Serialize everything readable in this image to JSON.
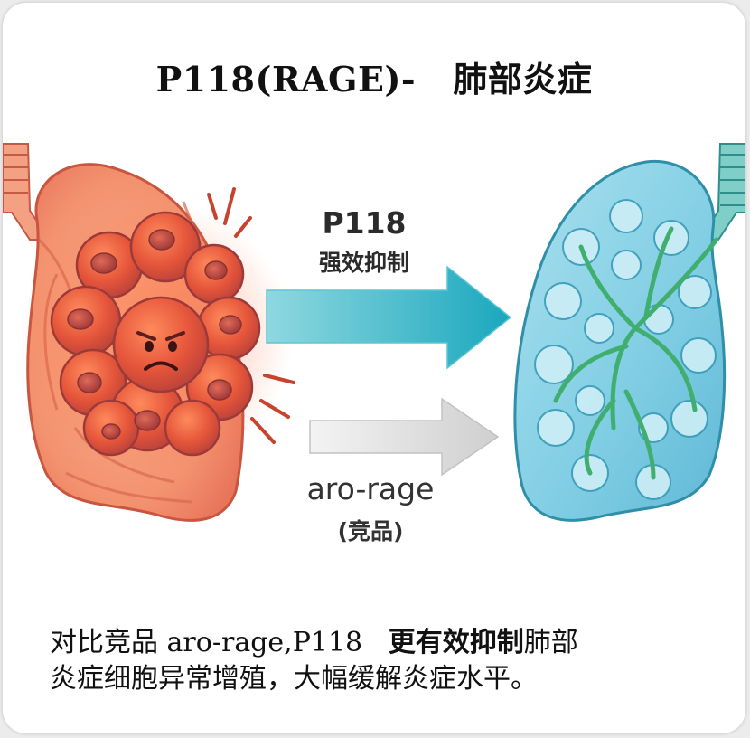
{
  "title": "P118(RAGE)-   肺部炎症",
  "arrows": {
    "p118": {
      "label": "P118",
      "sublabel": "强效抑制"
    },
    "competitor": {
      "label": "aro-rage",
      "sublabel": "(竞品)"
    }
  },
  "caption": {
    "part1": "对比竞品 ",
    "part2": "aro-rage,P118   ",
    "part3": "更有效抑制",
    "part4": "肺部",
    "line2": "炎症细胞异常增殖，大幅缓解炎症水平。"
  },
  "colors": {
    "inflamed_lung": "#f28e6c",
    "healthy_lung": "#8fd3e6",
    "p118_arrow": "#2bb3c4",
    "competitor_arrow": "#d8d8d8"
  }
}
